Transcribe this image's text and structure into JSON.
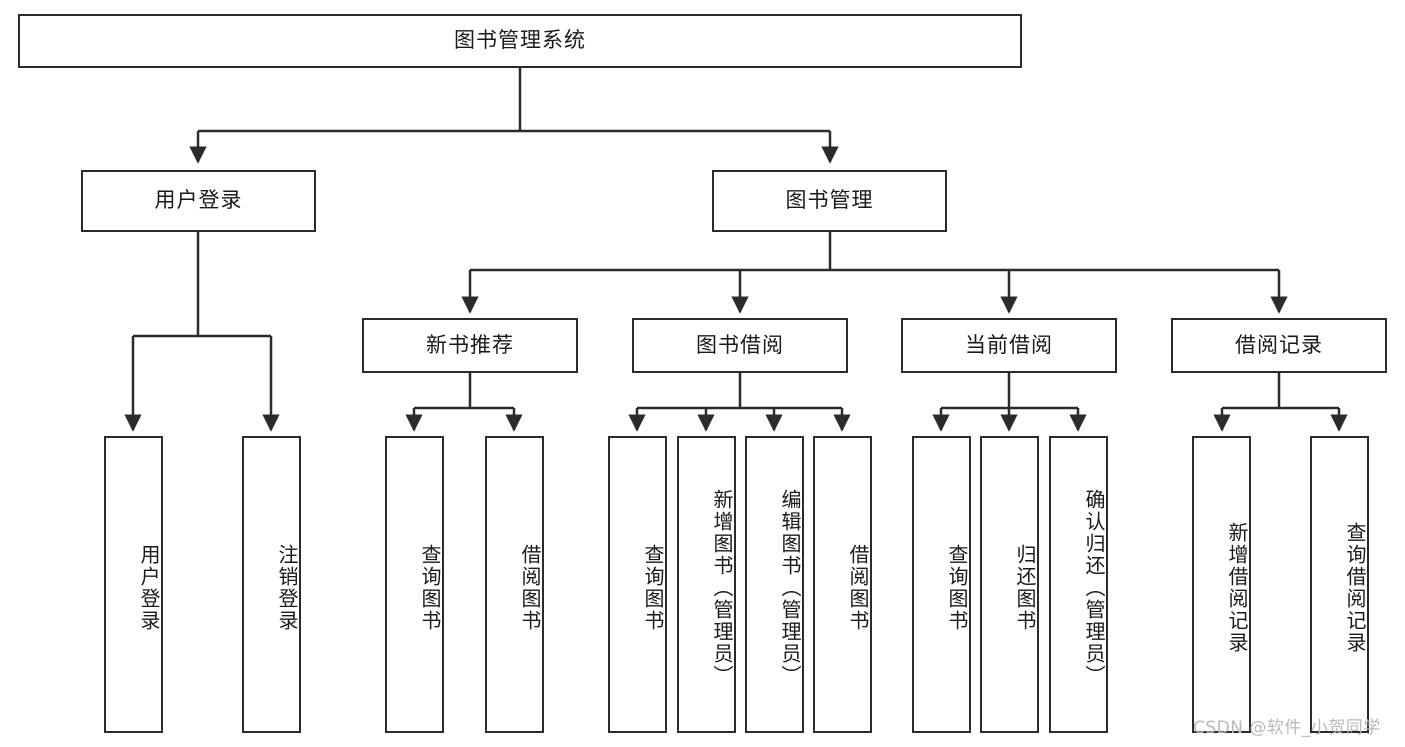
{
  "diagram": {
    "type": "tree",
    "title": "图书管理系统",
    "root": {
      "label": "图书管理系统"
    },
    "level2": [
      {
        "label": "用户登录"
      },
      {
        "label": "图书管理"
      }
    ],
    "level3": [
      {
        "label": "新书推荐"
      },
      {
        "label": "图书借阅"
      },
      {
        "label": "当前借阅"
      },
      {
        "label": "借阅记录"
      }
    ],
    "leaves": {
      "user_login": [
        {
          "label": "用户登录"
        },
        {
          "label": "注销登录"
        }
      ],
      "new_book": [
        {
          "label": "查询图书"
        },
        {
          "label": "借阅图书"
        }
      ],
      "book_borrow": [
        {
          "label": "查询图书"
        },
        {
          "label": "新增图书（管理员）"
        },
        {
          "label": "编辑图书（管理员）"
        },
        {
          "label": "借阅图书"
        }
      ],
      "current_borrow": [
        {
          "label": "查询图书"
        },
        {
          "label": "归还图书"
        },
        {
          "label": "确认归还（管理员）"
        }
      ],
      "borrow_record": [
        {
          "label": "新增借阅记录"
        },
        {
          "label": "查询借阅记录"
        }
      ]
    }
  },
  "watermark": {
    "text": "CSDN @软件_小贺同学"
  },
  "colors": {
    "stroke": "#2b2b2b",
    "fill": "#ffffff",
    "text": "#1a1a1a",
    "watermark": "#b9b9b9"
  }
}
